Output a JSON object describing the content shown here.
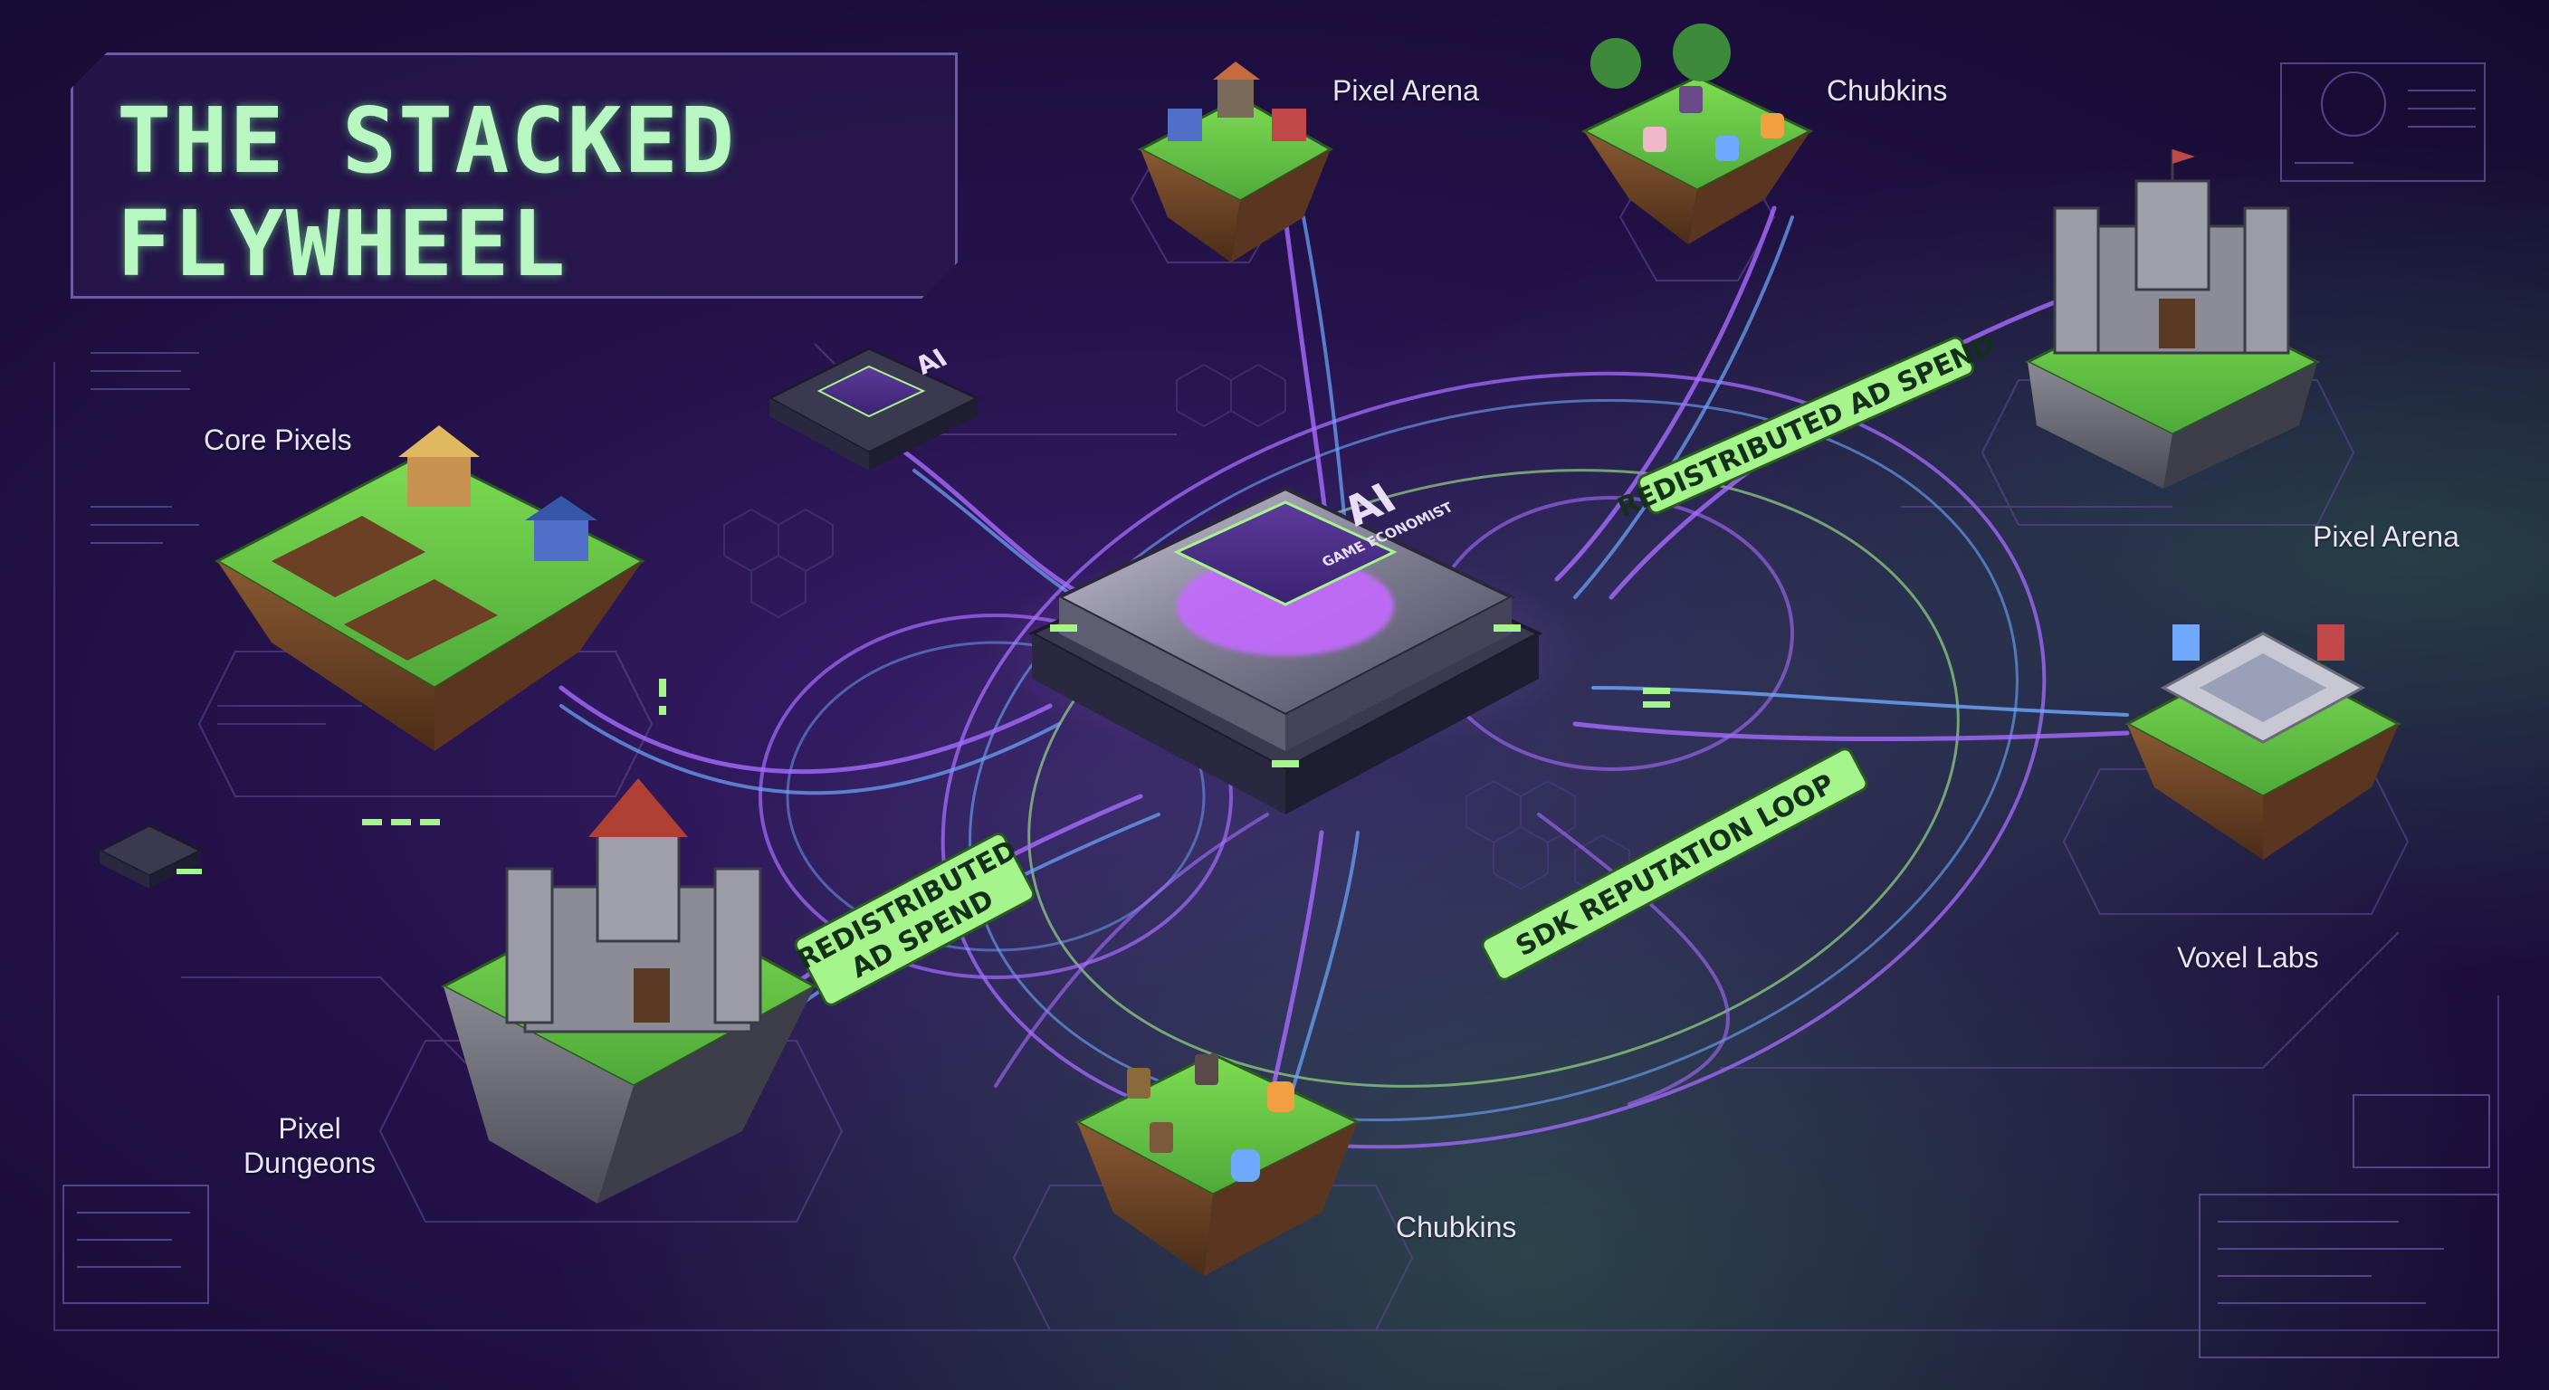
{
  "title": {
    "line1": "THE STACKED",
    "line2": "FLYWHEEL"
  },
  "core": {
    "chip_main": "AI",
    "chip_sub": "GAME ECONOMIST"
  },
  "satellite_chip": {
    "chip_main": "AI"
  },
  "games": [
    {
      "id": "pixel-arena-top",
      "label": "Pixel Arena"
    },
    {
      "id": "chubkins-top",
      "label": "Chubkins"
    },
    {
      "id": "core-pixels",
      "label": "Core Pixels"
    },
    {
      "id": "pixel-arena-right",
      "label": "Pixel Arena"
    },
    {
      "id": "voxel-labs",
      "label": "Voxel Labs"
    },
    {
      "id": "pixel-dungeons",
      "label": "Pixel Dungeons"
    },
    {
      "id": "chubkins-bottom",
      "label": "Chubkins"
    }
  ],
  "ribbons": {
    "redistributed_top": "REDISTRIBUTED AD SPEND",
    "redistributed_left_line1": "REDISTRIBUTED",
    "redistributed_left_line2": "AD SPEND",
    "sdk_loop": "SDK REPUTATION LOOP"
  },
  "colors": {
    "background": "#24124a",
    "accent_green": "#a6f58c",
    "title_green": "#b9f7c2",
    "flow_purple": "#a66cff",
    "flow_blue": "#6fa8ff",
    "chip_metal": "#8b8a9a",
    "chip_glow": "#c56bff"
  },
  "icons": {
    "islands": "floating-pixel-island",
    "castle": "castle-icon",
    "farm": "farm-icon",
    "arena": "arena-icon",
    "creatures": "creature-icon"
  }
}
